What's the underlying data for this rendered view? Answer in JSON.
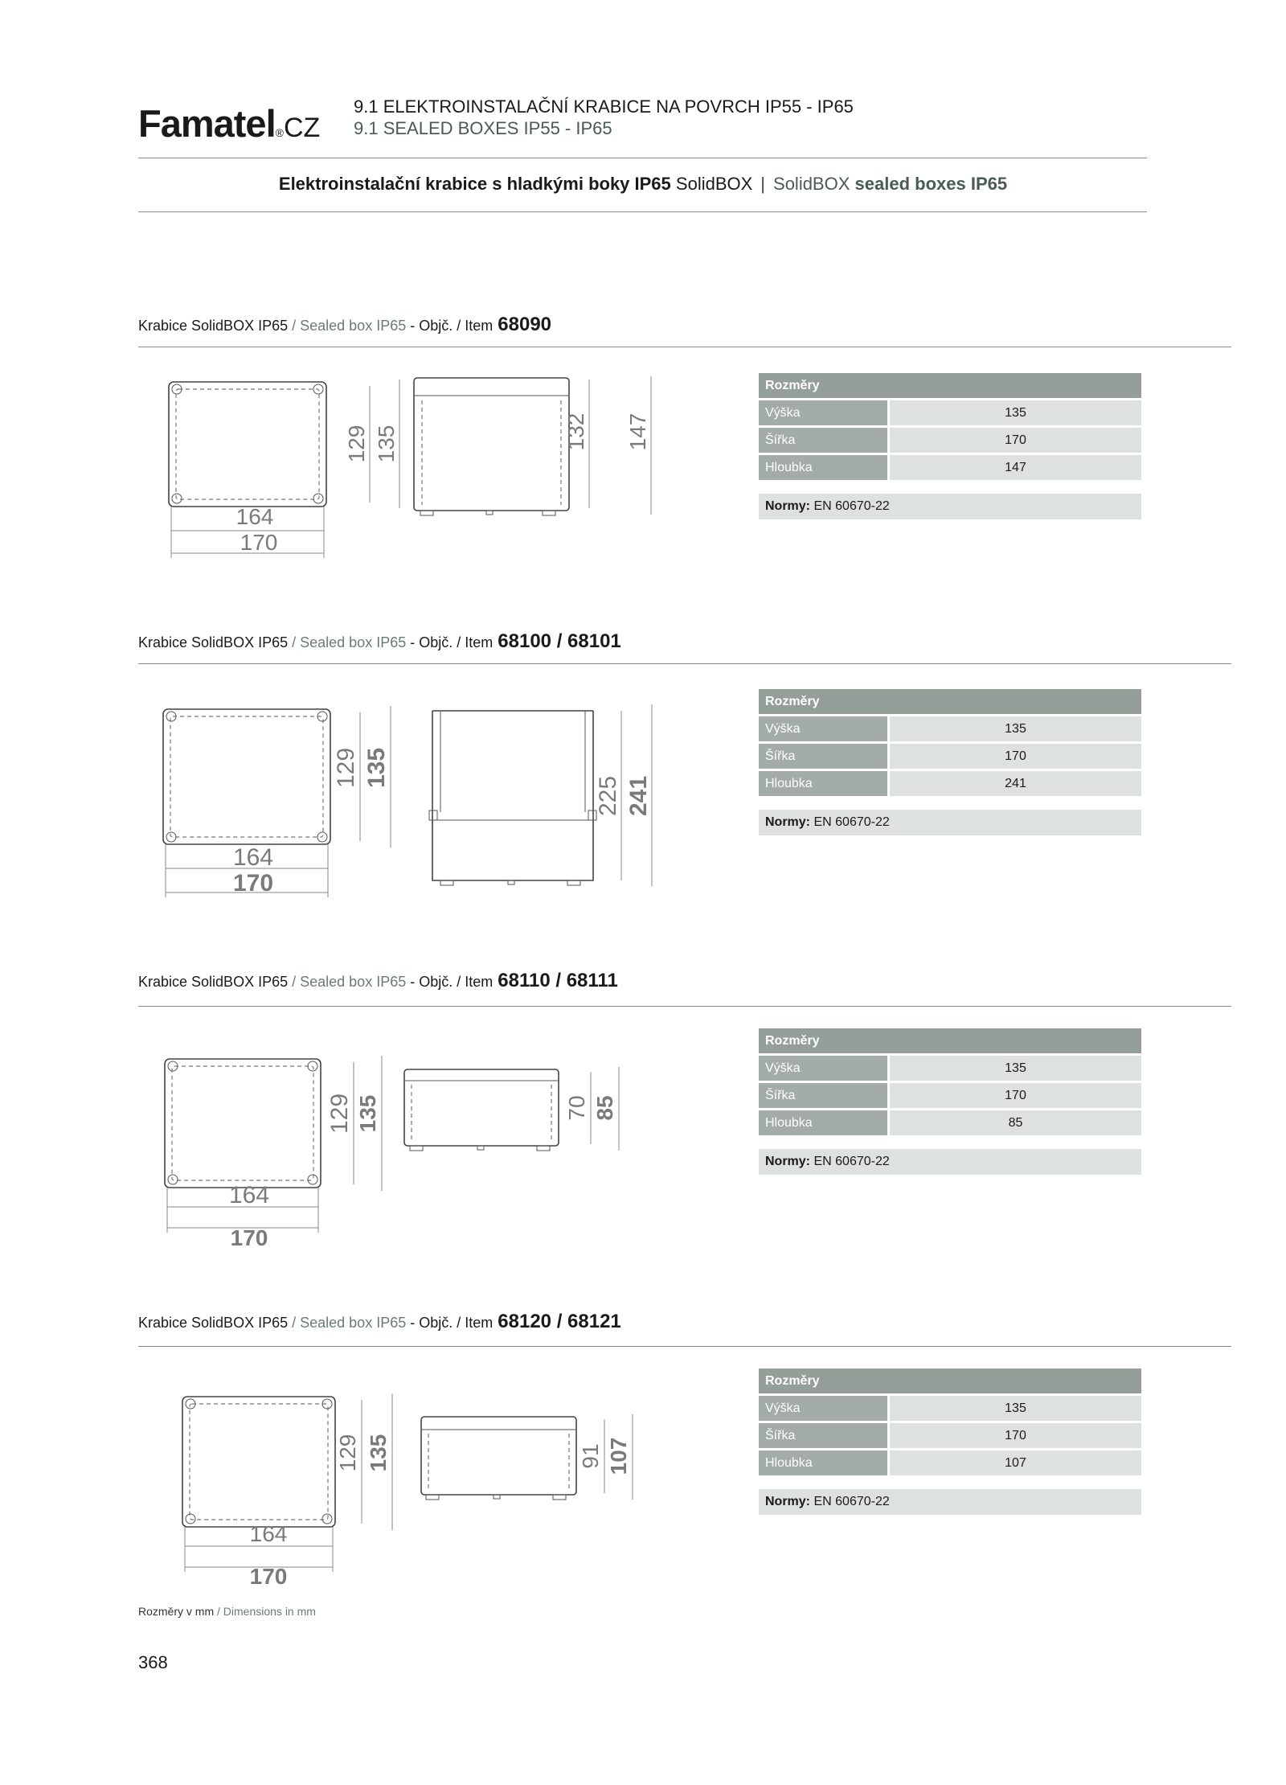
{
  "header": {
    "brand": "Famatel",
    "brand_reg": "®",
    "brand_suffix": "CZ",
    "chapter_line1": "9.1  ELEKTROINSTALAČNÍ KRABICE NA POVRCH IP55 - IP65",
    "chapter_line2": "9.1  SEALED BOXES IP55 - IP65"
  },
  "subtitle": {
    "cz_bold": "Elektroinstalační krabice s hladkými boky IP65",
    "cz_brand": "SolidBOX",
    "separator": "|",
    "en_brand": "SolidBOX",
    "en_bold": "sealed boxes IP65"
  },
  "products": [
    {
      "label_cz": "Krabice SolidBOX IP65",
      "label_en": "/ Sealed box IP65",
      "label_item": "- Objč. / Item",
      "item": "68090",
      "dims": {
        "front_w_inner": "164",
        "front_w_outer": "170",
        "front_h_inner": "129",
        "front_h_outer": "135",
        "side_h_inner": "132",
        "side_h_outer": "147"
      },
      "table": {
        "header": "Rozměry",
        "rows": [
          {
            "k": "Výška",
            "v": "135"
          },
          {
            "k": "Šířka",
            "v": "170"
          },
          {
            "k": "Hloubka",
            "v": "147"
          }
        ]
      },
      "norm_label": "Normy:",
      "norm_value": "EN 60670-22"
    },
    {
      "label_cz": "Krabice SolidBOX IP65",
      "label_en": "/ Sealed box IP65",
      "label_item": "- Objč. / Item",
      "item": "68100 / 68101",
      "dims": {
        "front_w_inner": "164",
        "front_w_outer": "170",
        "front_h_inner": "129",
        "front_h_outer": "135",
        "side_h_inner": "225",
        "side_h_outer": "241"
      },
      "table": {
        "header": "Rozměry",
        "rows": [
          {
            "k": "Výška",
            "v": "135"
          },
          {
            "k": "Šířka",
            "v": "170"
          },
          {
            "k": "Hloubka",
            "v": "241"
          }
        ]
      },
      "norm_label": "Normy:",
      "norm_value": "EN 60670-22"
    },
    {
      "label_cz": "Krabice SolidBOX IP65",
      "label_en": "/ Sealed box IP65",
      "label_item": "- Objč. / Item",
      "item": "68110 / 68111",
      "dims": {
        "front_w_inner": "164",
        "front_w_outer": "170",
        "front_h_inner": "129",
        "front_h_outer": "135",
        "side_h_inner": "70",
        "side_h_outer": "85"
      },
      "table": {
        "header": "Rozměry",
        "rows": [
          {
            "k": "Výška",
            "v": "135"
          },
          {
            "k": "Šířka",
            "v": "170"
          },
          {
            "k": "Hloubka",
            "v": "85"
          }
        ]
      },
      "norm_label": "Normy:",
      "norm_value": "EN 60670-22"
    },
    {
      "label_cz": "Krabice SolidBOX IP65",
      "label_en": "/ Sealed box IP65",
      "label_item": "- Objč. / Item",
      "item": "68120 / 68121",
      "dims": {
        "front_w_inner": "164",
        "front_w_outer": "170",
        "front_h_inner": "129",
        "front_h_outer": "135",
        "side_h_inner": "91",
        "side_h_outer": "107"
      },
      "table": {
        "header": "Rozměry",
        "rows": [
          {
            "k": "Výška",
            "v": "135"
          },
          {
            "k": "Šířka",
            "v": "170"
          },
          {
            "k": "Hloubka",
            "v": "107"
          }
        ]
      },
      "norm_label": "Normy:",
      "norm_value": "EN 60670-22"
    }
  ],
  "footnote": {
    "cz": "Rozměry v mm",
    "en": "/ Dimensions in mm"
  },
  "page_number": "368"
}
